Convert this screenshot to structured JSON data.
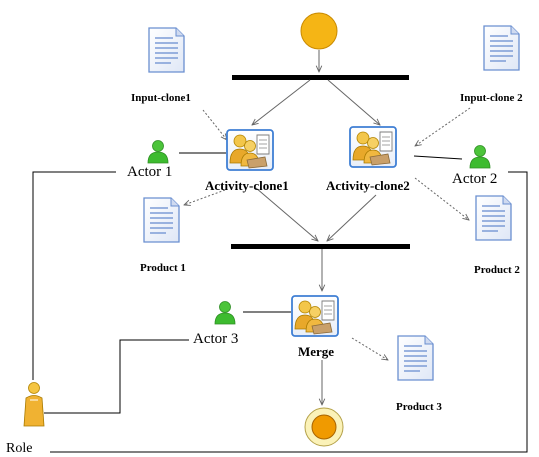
{
  "diagram": {
    "inputs": [
      "Input-clone1",
      "Input-clone 2"
    ],
    "activities": [
      "Activity-clone1",
      "Activity-clone2"
    ],
    "merge": "Merge",
    "actors": [
      "Actor 1",
      "Actor 2",
      "Actor  3"
    ],
    "products": [
      "Product 1",
      "Product 2",
      "Product 3"
    ],
    "role": "Role"
  },
  "colors": {
    "start_fill": "#f5b515",
    "end_fill": "#f09a00",
    "end_ring": "#fbf2b8",
    "actor_green": "#3dbb2f",
    "activity_frame": "#3f7fd4",
    "document_blue": "#6a8fd0",
    "bar": "#000000"
  },
  "icons": {
    "start": "filled-circle-icon",
    "end": "bullseye-icon",
    "document": "document-icon",
    "actor": "person-icon",
    "activity": "activity-people-icon",
    "role": "role-person-icon"
  }
}
